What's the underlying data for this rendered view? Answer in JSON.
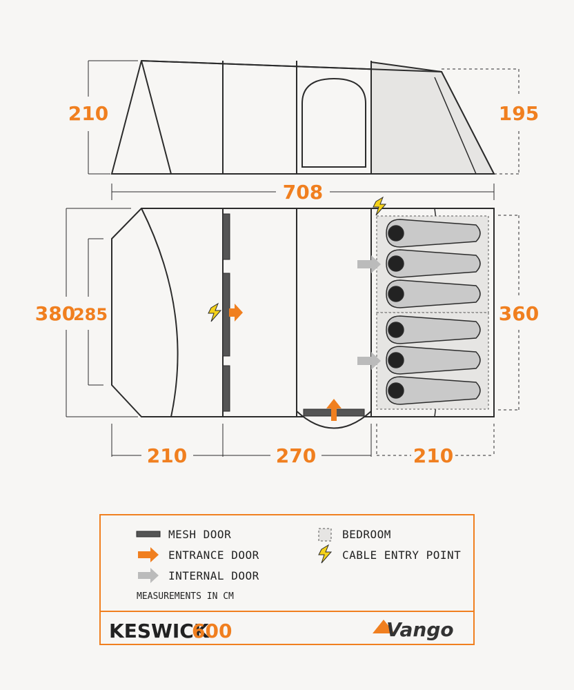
{
  "dimensions": {
    "side_height_left": "210",
    "side_height_right": "195",
    "total_length": "708",
    "width_outer": "380",
    "width_inner": "285",
    "bedroom_width": "360",
    "section_front": "210",
    "section_middle": "270",
    "section_bedroom": "210"
  },
  "legend": {
    "mesh_door": "MESH DOOR",
    "entrance_door": "ENTRANCE DOOR",
    "internal_door": "INTERNAL DOOR",
    "bedroom": "BEDROOM",
    "cable_entry": "CABLE ENTRY POINT",
    "units_note": "MEASUREMENTS IN CM"
  },
  "product": {
    "model": "KESWICK",
    "capacity": "600",
    "brand": "Vango"
  },
  "colors": {
    "accent": "#f07f1f",
    "outline": "#2b2b2b",
    "bedroom_fill": "#e6e5e3",
    "cable_yellow": "#f5d21a"
  }
}
